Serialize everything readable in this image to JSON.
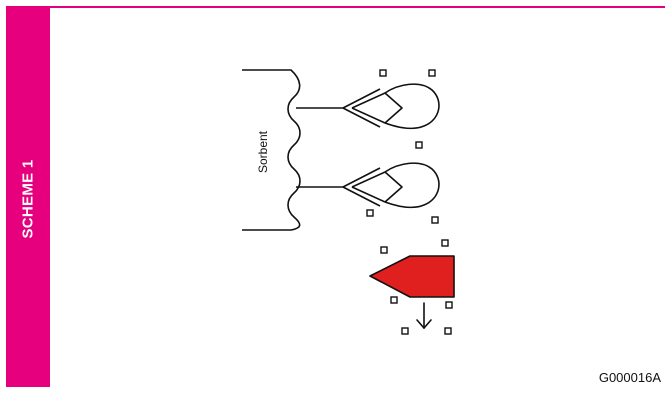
{
  "scheme_label": "SCHEME 1",
  "diagram": {
    "sorbent_label": "Sorbent",
    "figure_id": "G000016A"
  },
  "colors": {
    "accent": "#e6007e",
    "pointer_fill": "#e0201e"
  },
  "icons": {
    "flow_arrow": "down-arrow-icon"
  }
}
